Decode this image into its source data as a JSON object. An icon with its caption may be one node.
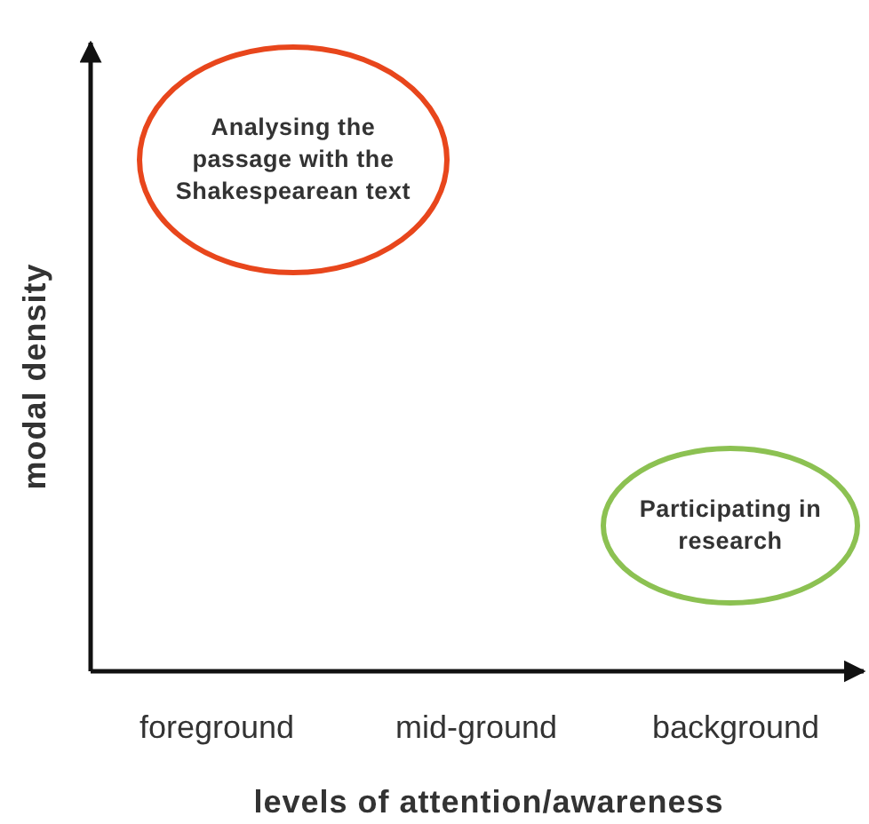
{
  "diagram": {
    "nodes": [
      {
        "text": [
          "Analysing the passage with the Shakespearean text"
        ]
      },
      {
        "text": [
          "Participating in research"
        ]
      }
    ],
    "edges": [],
    "labels": [
      "foreground",
      "mid-ground",
      "background",
      "levels of attention/awareness",
      "modal density"
    ]
  }
}
